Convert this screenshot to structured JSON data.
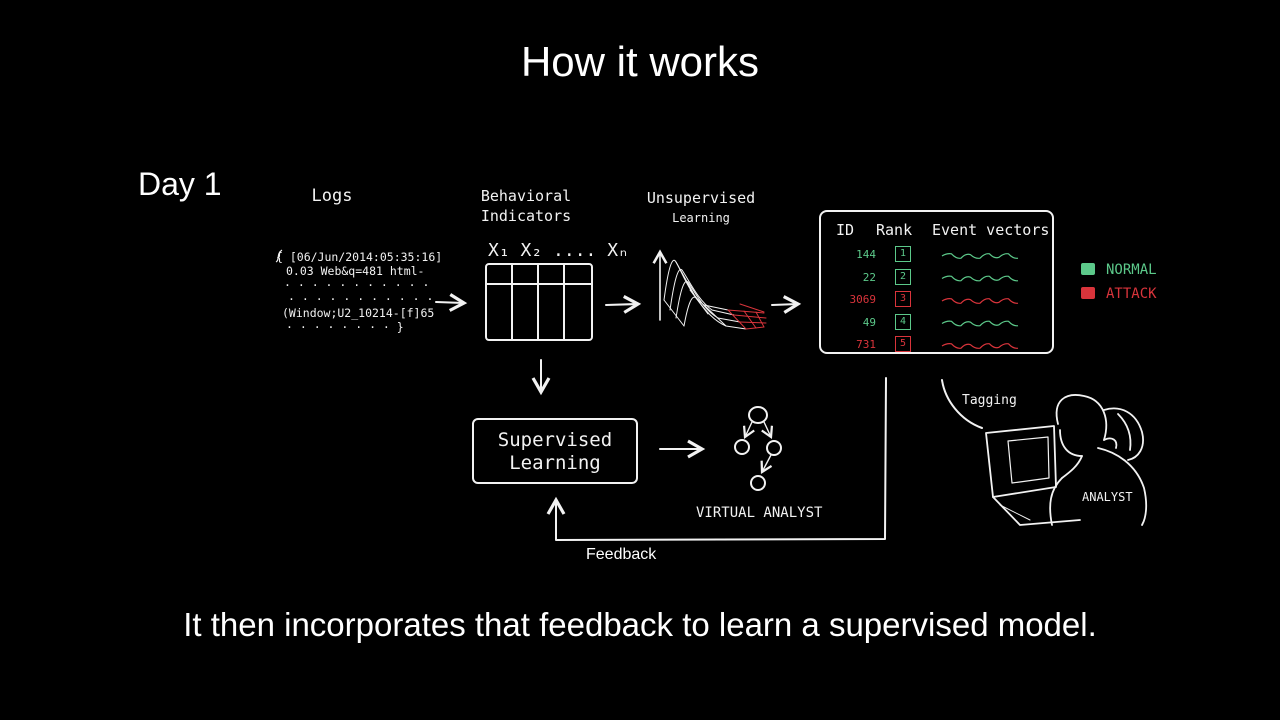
{
  "title": "How it works",
  "day_label": "Day 1",
  "caption": "It then incorporates that feedback to learn a supervised model.",
  "logs": {
    "label": "Logs",
    "lines": [
      "{ [06/Jun/2014:05:35:16]",
      "0.03 Web&q=481 html-",
      "· · · · · · · · · · ·",
      "· · · · · · · · · · ·",
      "(Window;U2_10214-[f]65",
      "· · · · · · · · }"
    ]
  },
  "behavioral": {
    "label_line1": "Behavioral",
    "label_line2": "Indicators",
    "header": "X₁ X₂ .... Xₙ"
  },
  "unsupervised": {
    "label_line1": "Unsupervised",
    "label_line2": "Learning"
  },
  "ranking_table": {
    "headers": [
      "ID",
      "Rank",
      "Event vectors"
    ],
    "rows": [
      {
        "id": "144",
        "rank": "1",
        "class": "normal"
      },
      {
        "id": "22",
        "rank": "2",
        "class": "normal"
      },
      {
        "id": "3069",
        "rank": "3",
        "class": "attack"
      },
      {
        "id": "49",
        "rank": "4",
        "class": "normal"
      },
      {
        "id": "731",
        "rank": "5",
        "class": "attack"
      }
    ]
  },
  "legend": {
    "normal": "NORMAL",
    "attack": "ATTACK"
  },
  "supervised": {
    "line1": "Supervised",
    "line2": "Learning"
  },
  "virtual_analyst": "VIRTUAL ANALYST",
  "tagging": "Tagging",
  "analyst": "ANALYST",
  "feedback": "Feedback",
  "colors": {
    "normal": "#5cc98a",
    "attack": "#d9343b",
    "background": "#000000",
    "ink": "#f2f2f2"
  }
}
